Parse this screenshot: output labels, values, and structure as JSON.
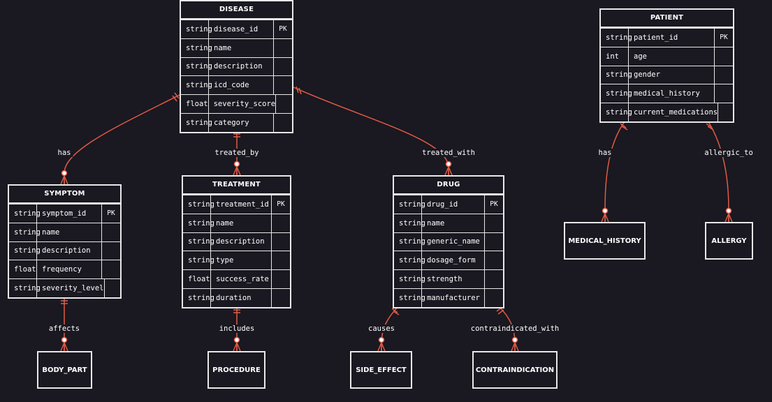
{
  "colors": {
    "background": "#1a1820",
    "line": "#e05a46",
    "text": "#ffffff",
    "border": "#e8e8e8"
  },
  "entities": {
    "disease": {
      "title": "DISEASE",
      "attrs": [
        {
          "type": "string",
          "name": "disease_id",
          "key": "PK"
        },
        {
          "type": "string",
          "name": "name",
          "key": ""
        },
        {
          "type": "string",
          "name": "description",
          "key": ""
        },
        {
          "type": "string",
          "name": "icd_code",
          "key": ""
        },
        {
          "type": "float",
          "name": "severity_score",
          "key": ""
        },
        {
          "type": "string",
          "name": "category",
          "key": ""
        }
      ]
    },
    "patient": {
      "title": "PATIENT",
      "attrs": [
        {
          "type": "string",
          "name": "patient_id",
          "key": "PK"
        },
        {
          "type": "int",
          "name": "age",
          "key": ""
        },
        {
          "type": "string",
          "name": "gender",
          "key": ""
        },
        {
          "type": "string",
          "name": "medical_history",
          "key": ""
        },
        {
          "type": "string",
          "name": "current_medications",
          "key": ""
        }
      ]
    },
    "symptom": {
      "title": "SYMPTOM",
      "attrs": [
        {
          "type": "string",
          "name": "symptom_id",
          "key": "PK"
        },
        {
          "type": "string",
          "name": "name",
          "key": ""
        },
        {
          "type": "string",
          "name": "description",
          "key": ""
        },
        {
          "type": "float",
          "name": "frequency",
          "key": ""
        },
        {
          "type": "string",
          "name": "severity_level",
          "key": ""
        }
      ]
    },
    "treatment": {
      "title": "TREATMENT",
      "attrs": [
        {
          "type": "string",
          "name": "treatment_id",
          "key": "PK"
        },
        {
          "type": "string",
          "name": "name",
          "key": ""
        },
        {
          "type": "string",
          "name": "description",
          "key": ""
        },
        {
          "type": "string",
          "name": "type",
          "key": ""
        },
        {
          "type": "float",
          "name": "success_rate",
          "key": ""
        },
        {
          "type": "string",
          "name": "duration",
          "key": ""
        }
      ]
    },
    "drug": {
      "title": "DRUG",
      "attrs": [
        {
          "type": "string",
          "name": "drug_id",
          "key": "PK"
        },
        {
          "type": "string",
          "name": "name",
          "key": ""
        },
        {
          "type": "string",
          "name": "generic_name",
          "key": ""
        },
        {
          "type": "string",
          "name": "dosage_form",
          "key": ""
        },
        {
          "type": "string",
          "name": "strength",
          "key": ""
        },
        {
          "type": "string",
          "name": "manufacturer",
          "key": ""
        }
      ]
    }
  },
  "simple_entities": {
    "medical_history": "MEDICAL_HISTORY",
    "allergy": "ALLERGY",
    "body_part": "BODY_PART",
    "procedure": "PROCEDURE",
    "side_effect": "SIDE_EFFECT",
    "contraindication": "CONTRAINDICATION"
  },
  "relationships": {
    "disease_symptom": "has",
    "disease_treatment": "treated_by",
    "disease_drug": "treated_with",
    "patient_history": "has",
    "patient_allergy": "allergic_to",
    "symptom_bodypart": "affects",
    "treatment_procedure": "includes",
    "drug_sideeffect": "causes",
    "drug_contra": "contraindicated_with"
  }
}
